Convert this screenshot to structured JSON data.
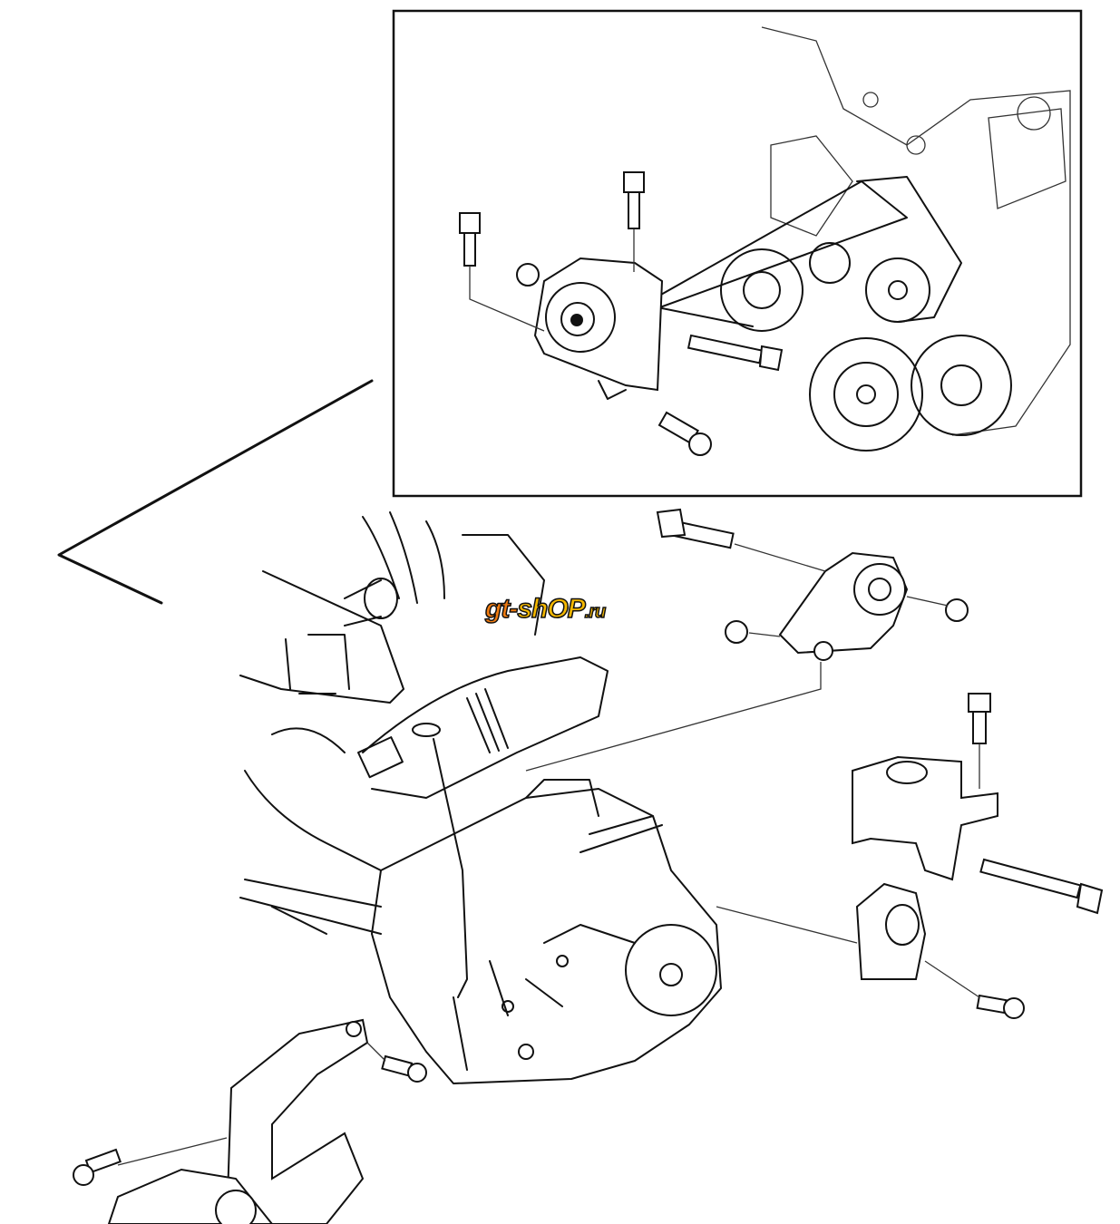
{
  "diagram": {
    "watermark": {
      "prefix": "gt-",
      "main": "shOP",
      "suffix": ".ru"
    },
    "colors": {
      "line": "#111111",
      "logo_orange": "#f07b10",
      "logo_yellow": "#f5b800"
    }
  }
}
